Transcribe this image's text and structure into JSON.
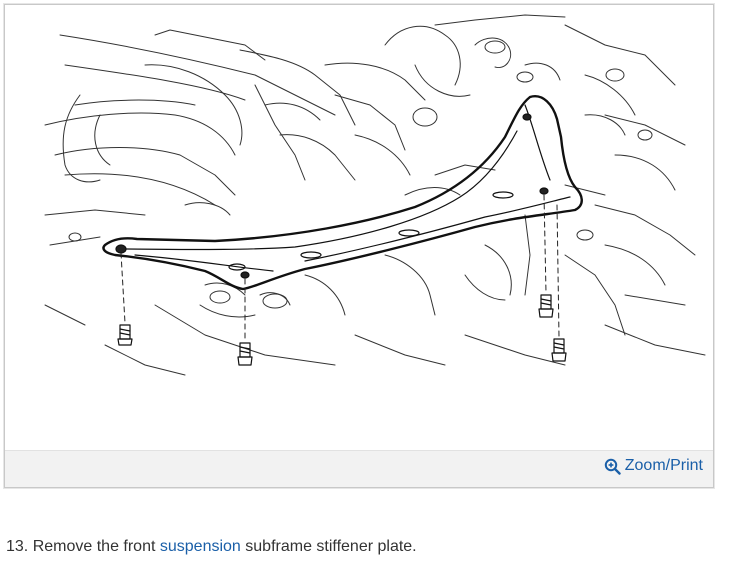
{
  "figure": {
    "zoom_label": "Zoom/Print",
    "zoom_icon": "zoom-in-icon",
    "link_color": "#1a5fa8"
  },
  "step": {
    "number": "13.",
    "text_before": " Remove the front ",
    "link_text": "suspension",
    "text_after": " subframe stiffener plate."
  }
}
